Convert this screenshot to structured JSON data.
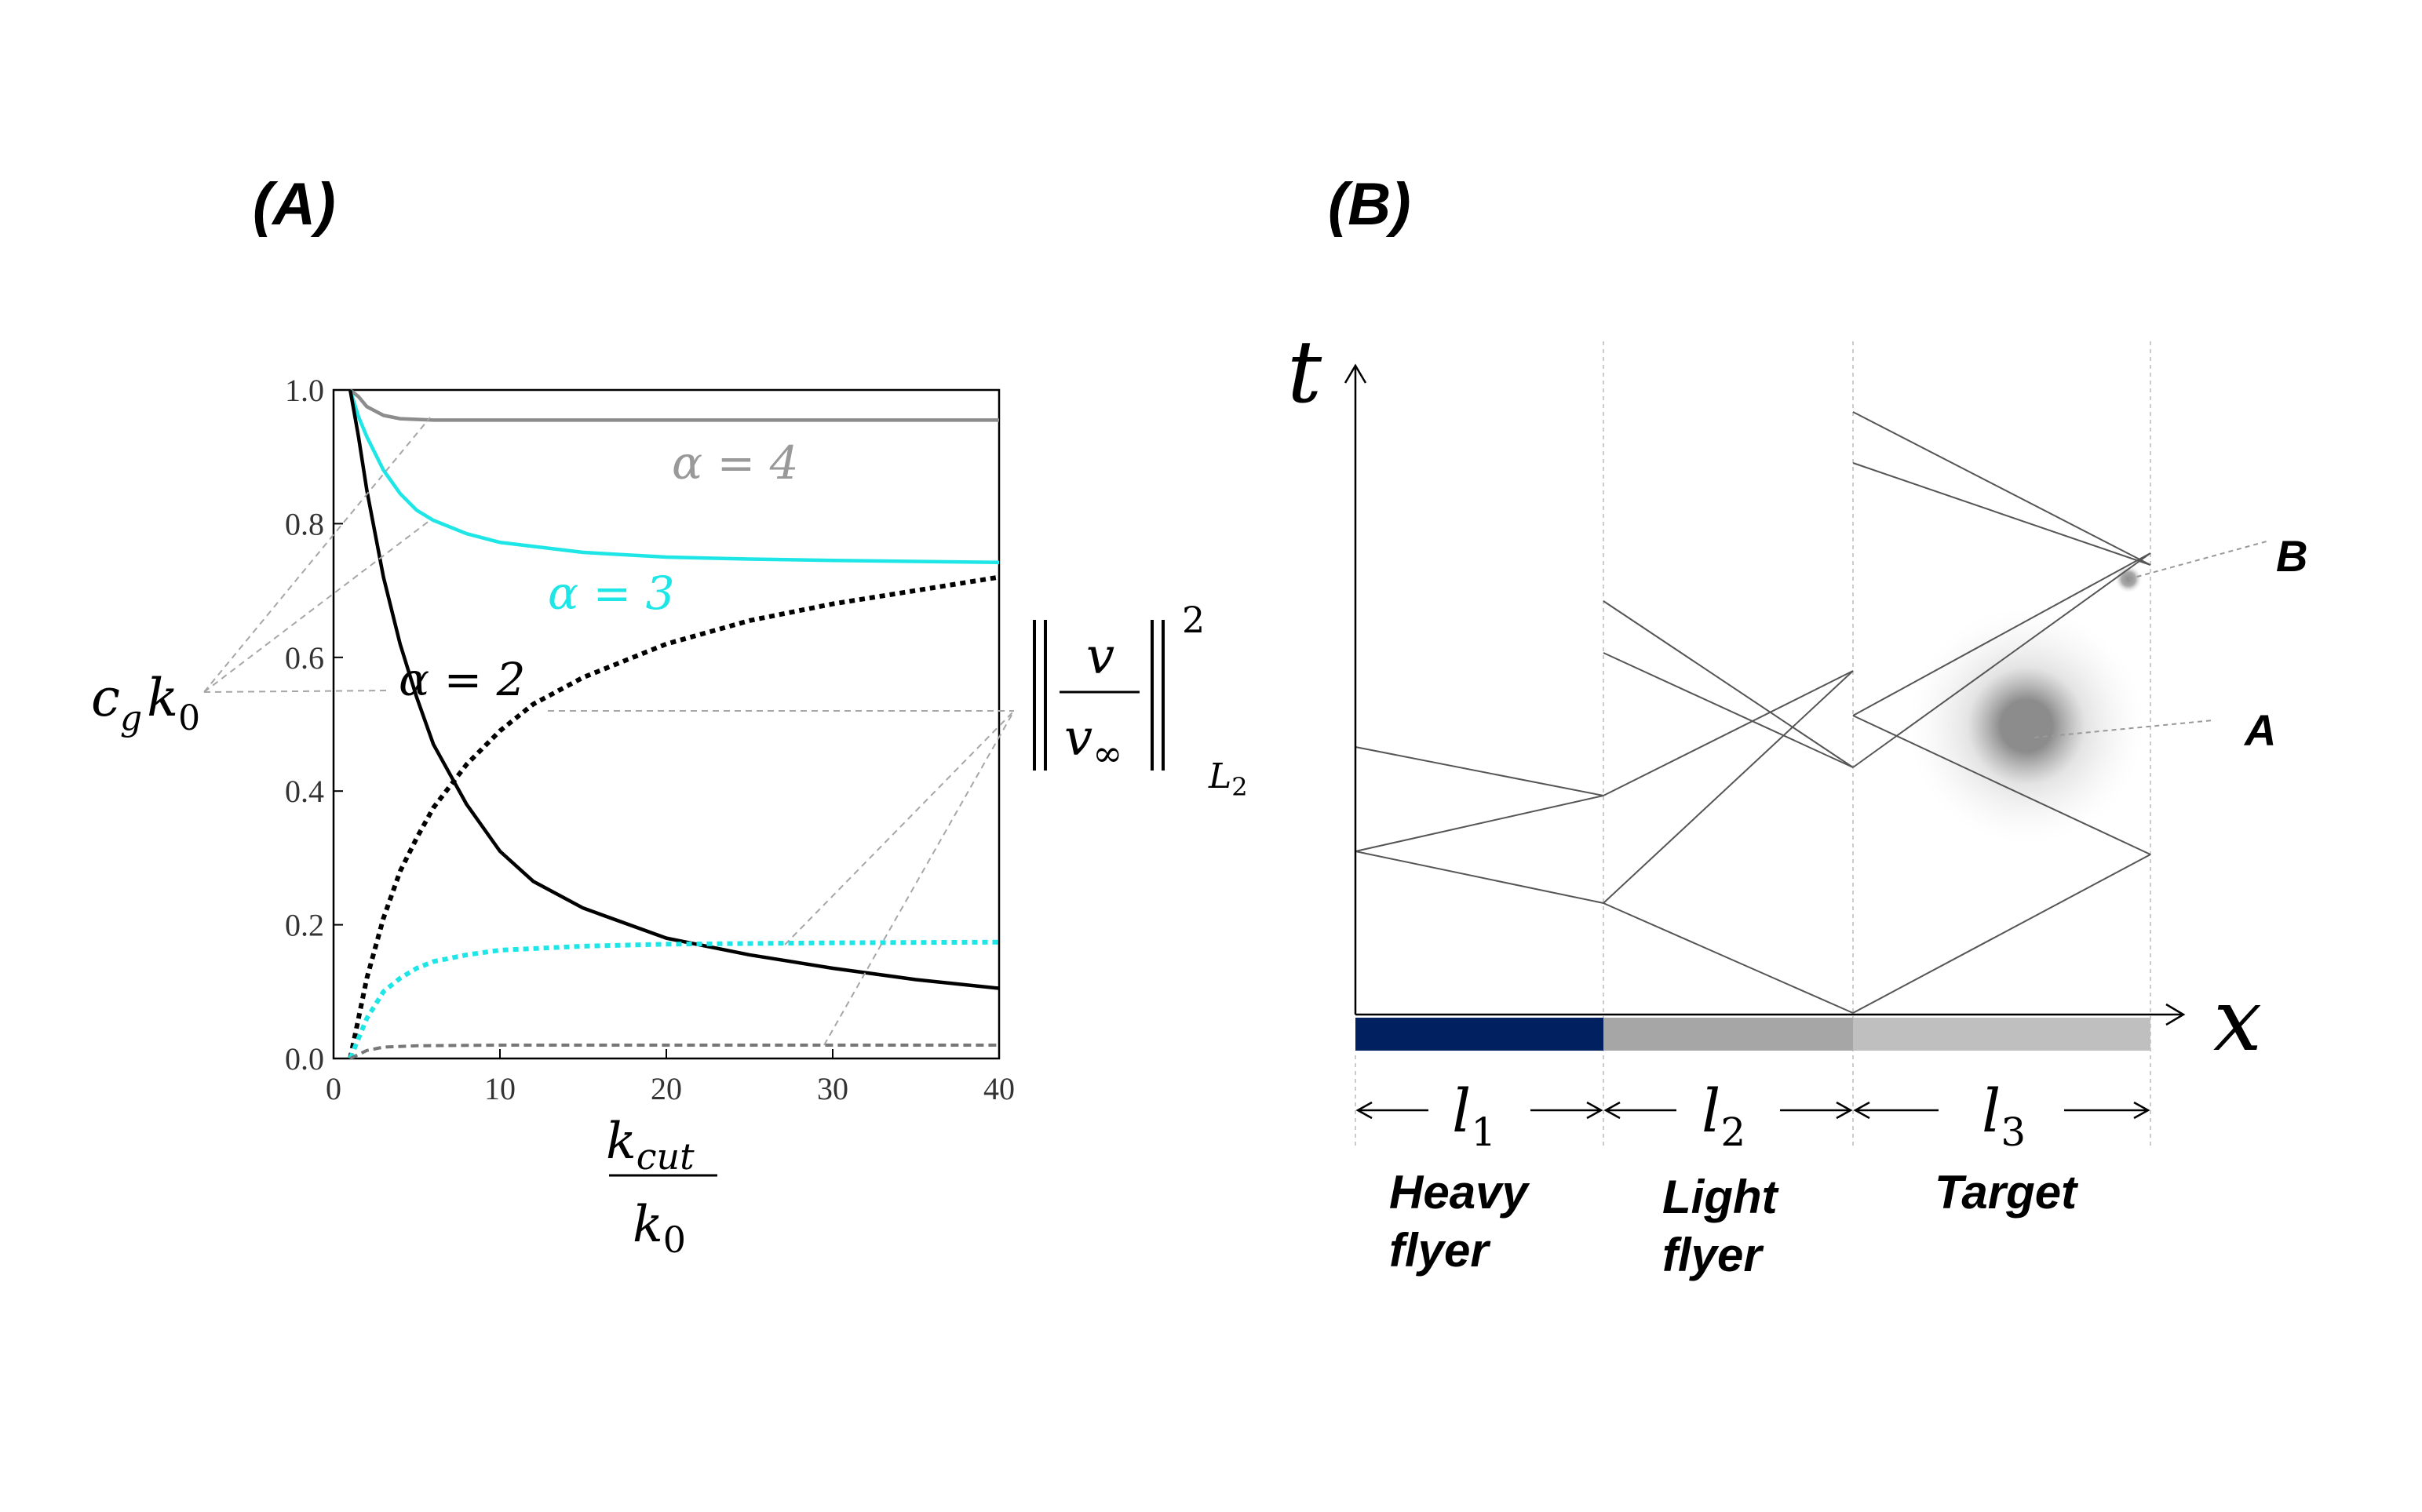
{
  "panel_a": {
    "label": "(A)",
    "left_axis_label": {
      "main": "c",
      "sub1": "g",
      "mid": "k",
      "sub2": "0"
    },
    "x_axis_label": {
      "num": "k",
      "num_sub": "cut",
      "den": "k",
      "den_sub": "0"
    },
    "right_axis_label": {
      "num": "v",
      "den": "v",
      "den_sub": "∞",
      "power": "2",
      "norm_sub": "L",
      "norm_sub2": "2"
    },
    "curve_labels": [
      {
        "text": "α = 4",
        "color": "#999999"
      },
      {
        "text": "α = 3",
        "color": "#1ee6e6"
      },
      {
        "text": "α = 2",
        "color": "#000000"
      }
    ]
  },
  "panel_b": {
    "label": "(B)",
    "t_label": "t",
    "x_label": "x",
    "point_labels": [
      "B",
      "A"
    ],
    "segment_labels": [
      {
        "l": "l",
        "sub": "1"
      },
      {
        "l": "l",
        "sub": "2"
      },
      {
        "l": "l",
        "sub": "3"
      }
    ],
    "region_labels": [
      {
        "line1": "Heavy",
        "line2": "flyer"
      },
      {
        "line1": "Light",
        "line2": "flyer"
      },
      {
        "line1": "Target",
        "line2": ""
      }
    ],
    "bar_colors": [
      "#002060",
      "#a6a6a6",
      "#bfbfbf"
    ]
  },
  "chart_data": [
    {
      "type": "line",
      "xlim": [
        0,
        40
      ],
      "ylim": [
        0,
        1
      ],
      "xticks": [
        "0",
        "10",
        "20",
        "30",
        "40"
      ],
      "yticks": [
        "0.0",
        "0.2",
        "0.4",
        "0.6",
        "0.8",
        "1.0"
      ],
      "grid": false,
      "series": [
        {
          "name": "α = 4",
          "style": "solid",
          "color": "#8c8c8c",
          "x": [
            1,
            1.5,
            2,
            3,
            4,
            6,
            10,
            20,
            40
          ],
          "y": [
            1.0,
            0.99,
            0.975,
            0.962,
            0.957,
            0.955,
            0.955,
            0.955,
            0.955
          ]
        },
        {
          "name": "α = 3",
          "style": "solid",
          "color": "#1ee6e6",
          "x": [
            1,
            1.5,
            2,
            3,
            4,
            5,
            6,
            8,
            10,
            15,
            20,
            25,
            30,
            40
          ],
          "y": [
            1.0,
            0.96,
            0.93,
            0.88,
            0.845,
            0.82,
            0.805,
            0.785,
            0.772,
            0.757,
            0.75,
            0.747,
            0.745,
            0.742
          ]
        },
        {
          "name": "α = 2",
          "style": "solid",
          "color": "#000000",
          "x": [
            1,
            1.5,
            2,
            3,
            4,
            5,
            6,
            8,
            10,
            12,
            15,
            20,
            25,
            30,
            35,
            40
          ],
          "y": [
            1.0,
            0.93,
            0.85,
            0.72,
            0.62,
            0.54,
            0.47,
            0.38,
            0.31,
            0.265,
            0.225,
            0.18,
            0.155,
            0.135,
            0.118,
            0.105
          ]
        },
        {
          "style": "dotted",
          "color": "#000000",
          "x": [
            1,
            1.5,
            2,
            3,
            4,
            5,
            6,
            8,
            10,
            12,
            15,
            20,
            25,
            30,
            35,
            40
          ],
          "y": [
            0.0,
            0.06,
            0.12,
            0.21,
            0.28,
            0.33,
            0.375,
            0.44,
            0.49,
            0.53,
            0.57,
            0.62,
            0.655,
            0.68,
            0.7,
            0.72
          ]
        },
        {
          "style": "dotted",
          "color": "#1ee6e6",
          "x": [
            1,
            1.5,
            2,
            3,
            4,
            5,
            6,
            8,
            10,
            15,
            20,
            25,
            30,
            40
          ],
          "y": [
            0.0,
            0.03,
            0.06,
            0.1,
            0.12,
            0.135,
            0.145,
            0.155,
            0.162,
            0.168,
            0.171,
            0.172,
            0.173,
            0.174
          ]
        },
        {
          "style": "dashed",
          "color": "#777777",
          "x": [
            1,
            1.5,
            2,
            3,
            5,
            10,
            20,
            40
          ],
          "y": [
            0.0,
            0.006,
            0.012,
            0.017,
            0.019,
            0.02,
            0.02,
            0.02
          ]
        }
      ]
    }
  ]
}
